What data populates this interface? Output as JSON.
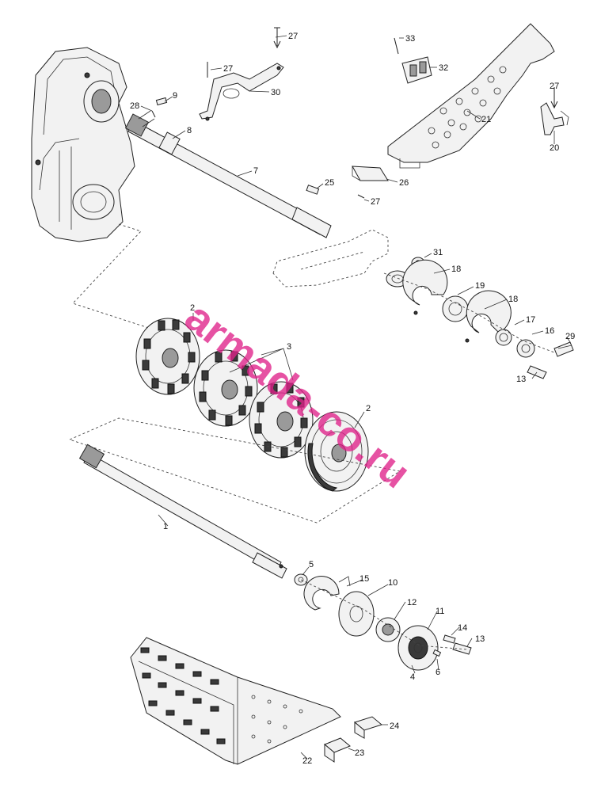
{
  "watermark": "armada-co.ru",
  "callouts": {
    "c1": "1",
    "c2a": "2",
    "c2b": "2",
    "c3": "3",
    "c4": "4",
    "c5": "5",
    "c6": "6",
    "c7": "7",
    "c8": "8",
    "c9": "9",
    "c10": "10",
    "c11": "11",
    "c12": "12",
    "c13a": "13",
    "c13b": "13",
    "c14": "14",
    "c15": "15",
    "c16": "16",
    "c17": "17",
    "c18a": "18",
    "c18b": "18",
    "c19": "19",
    "c20": "20",
    "c21": "21",
    "c22": "22",
    "c23": "23",
    "c24": "24",
    "c25": "25",
    "c26": "26",
    "c27a": "27",
    "c27b": "27",
    "c27c": "27",
    "c27d": "27",
    "c28": "28",
    "c29": "29",
    "c30": "30",
    "c31": "31",
    "c32": "32",
    "c33": "33"
  }
}
